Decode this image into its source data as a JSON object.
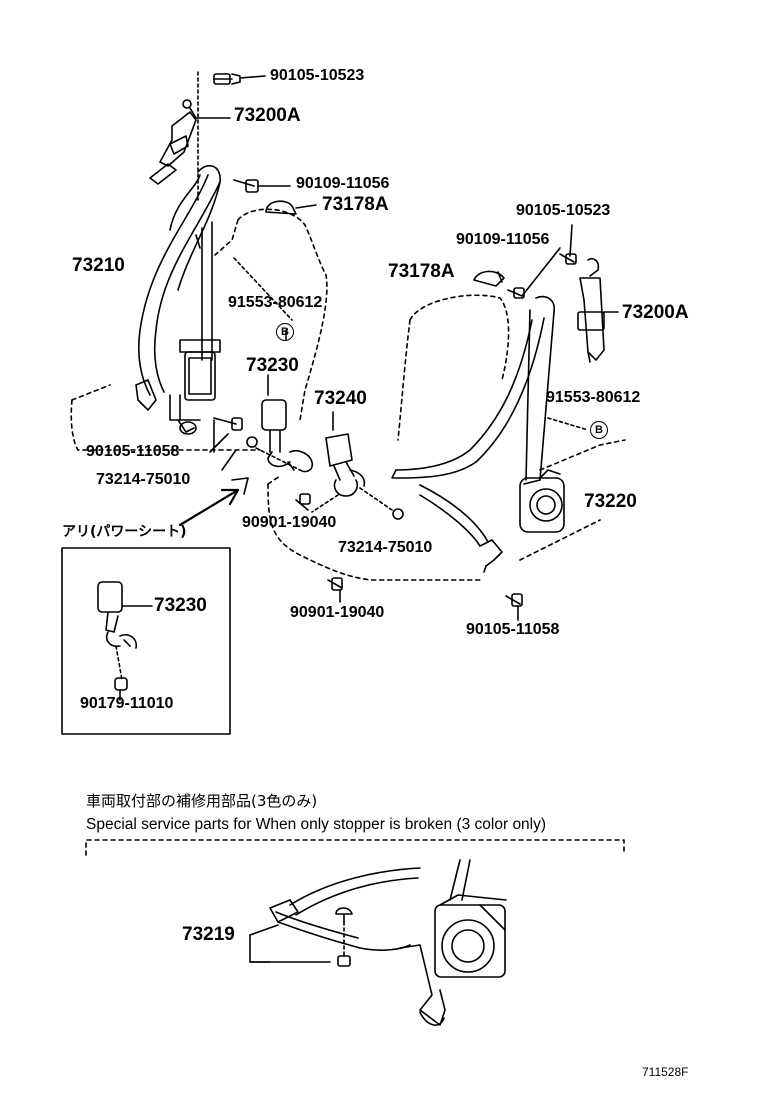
{
  "parts": {
    "bolt_top_left": "90105-10523",
    "anchor_top_left": "73200A",
    "bolt_upper_left": "90109-11056",
    "cover_left": "73178A",
    "belt_left": "73210",
    "clip_left": "91553-80612",
    "bolt_right_top": "90105-10523",
    "bolt_right_mid": "90109-11056",
    "cover_right": "73178A",
    "anchor_right": "73200A",
    "clip_right": "91553-80612",
    "buckle_left": "73230",
    "buckle_center": "73240",
    "bolt_left_lower": "90105-11058",
    "washer_left": "73214-75010",
    "bolt_center": "90901-19040",
    "washer_center": "73214-75010",
    "retractor_right": "73220",
    "bolt_bottom_center": "90901-19040",
    "bolt_bottom_right": "90105-11058",
    "inset_buckle": "73230",
    "inset_nut": "90179-11010",
    "stopper": "73219"
  },
  "labels": {
    "power_seat": "アリ(パワーシート)",
    "service_jp": "車両取付部の補修用部品(3色のみ)",
    "service_en": "Special service parts for When only stopper is broken (3 color only)",
    "circle_b": "B",
    "drawing_no": "711528F"
  }
}
